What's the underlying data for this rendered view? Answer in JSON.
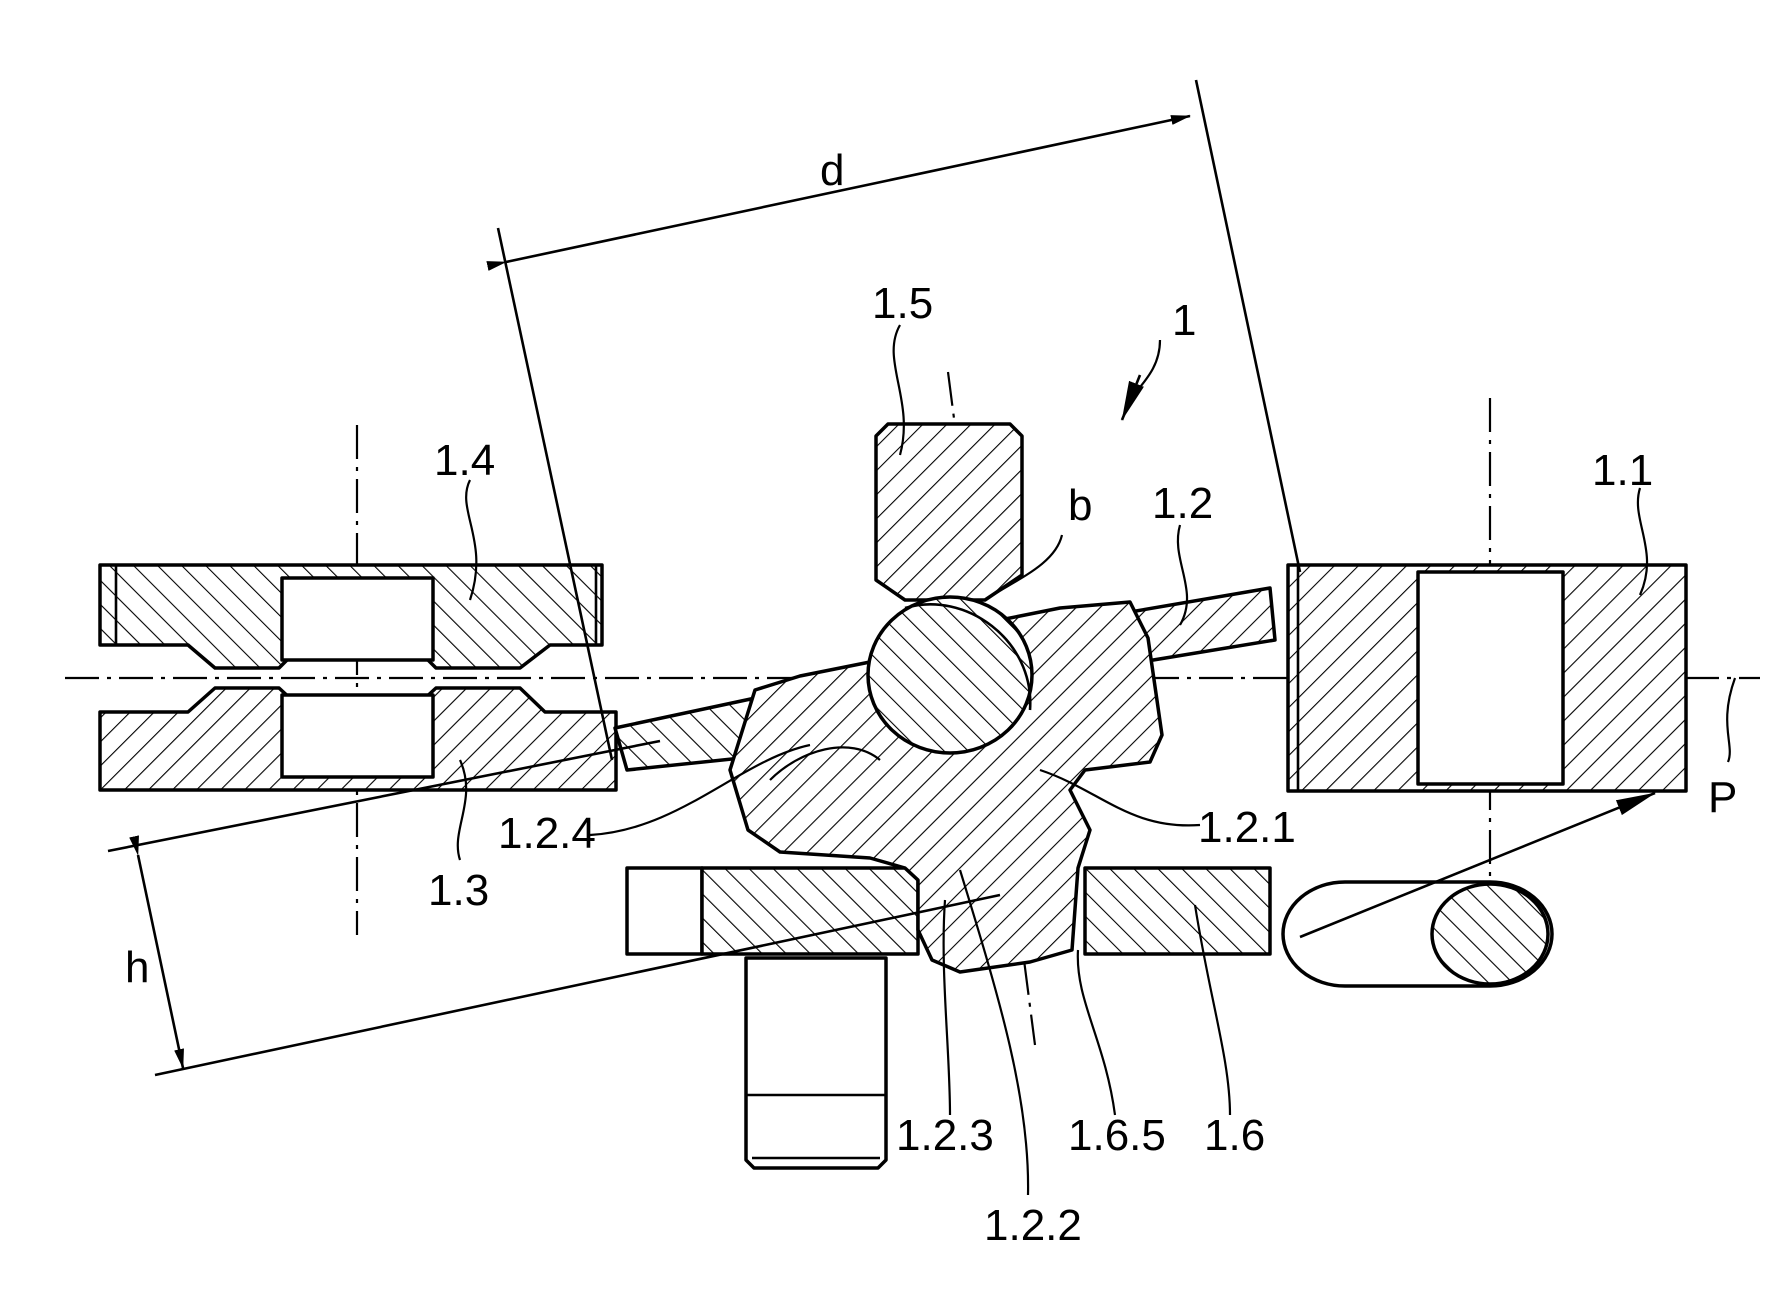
{
  "figure": {
    "reference_numerals": {
      "assembly": "1",
      "part_1_1": "1.1",
      "part_1_2": "1.2",
      "part_1_2_1": "1.2.1",
      "part_1_2_2": "1.2.2",
      "part_1_2_3": "1.2.3",
      "part_1_2_4": "1.2.4",
      "part_1_3": "1.3",
      "part_1_4": "1.4",
      "part_1_5": "1.5",
      "part_1_6": "1.6",
      "part_1_6_5": "1.6.5"
    },
    "dimension_labels": {
      "distance": "d",
      "height": "h",
      "contact_point": "b",
      "plane": "P"
    }
  },
  "colors": {
    "ink": "#000000",
    "paper": "#ffffff"
  }
}
